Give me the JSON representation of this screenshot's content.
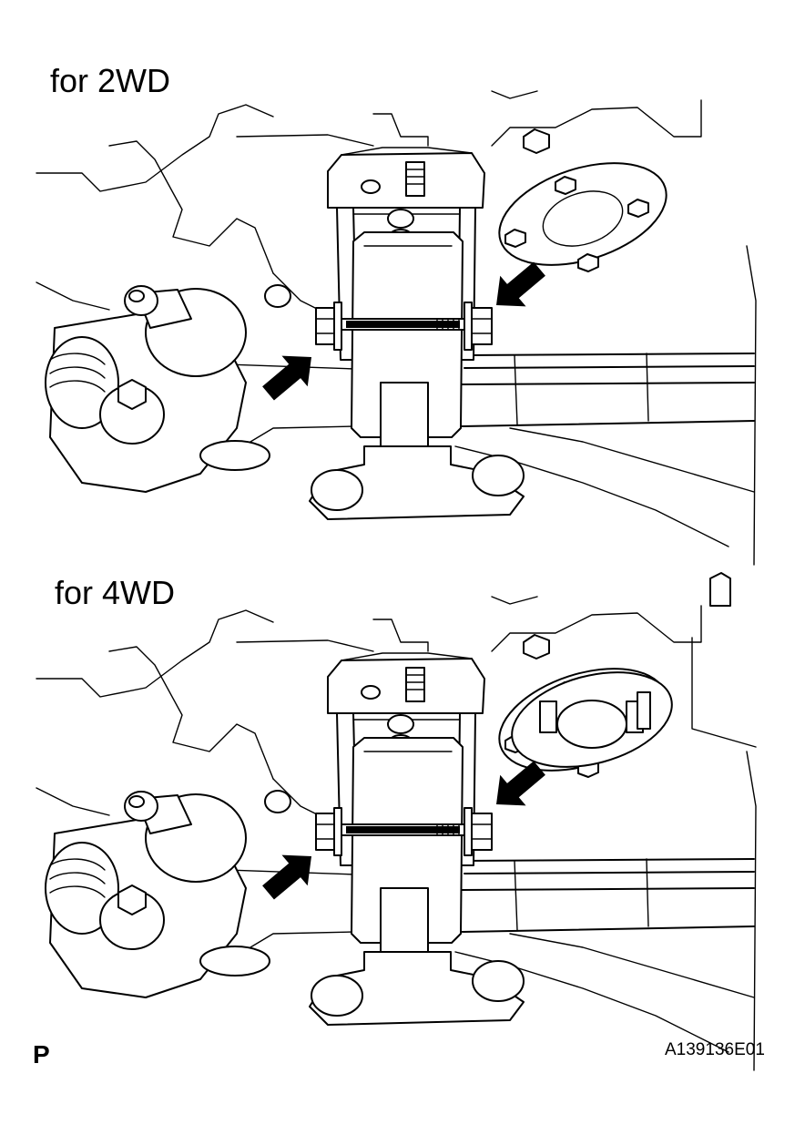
{
  "panels": [
    {
      "label": "for 2WD"
    },
    {
      "label": "for 4WD"
    }
  ],
  "footer": {
    "corner_mark": "P",
    "figure_id": "A139136E01"
  },
  "icons": [
    "arrow-icon"
  ],
  "colors": {
    "line": "#000000",
    "background": "#ffffff"
  }
}
